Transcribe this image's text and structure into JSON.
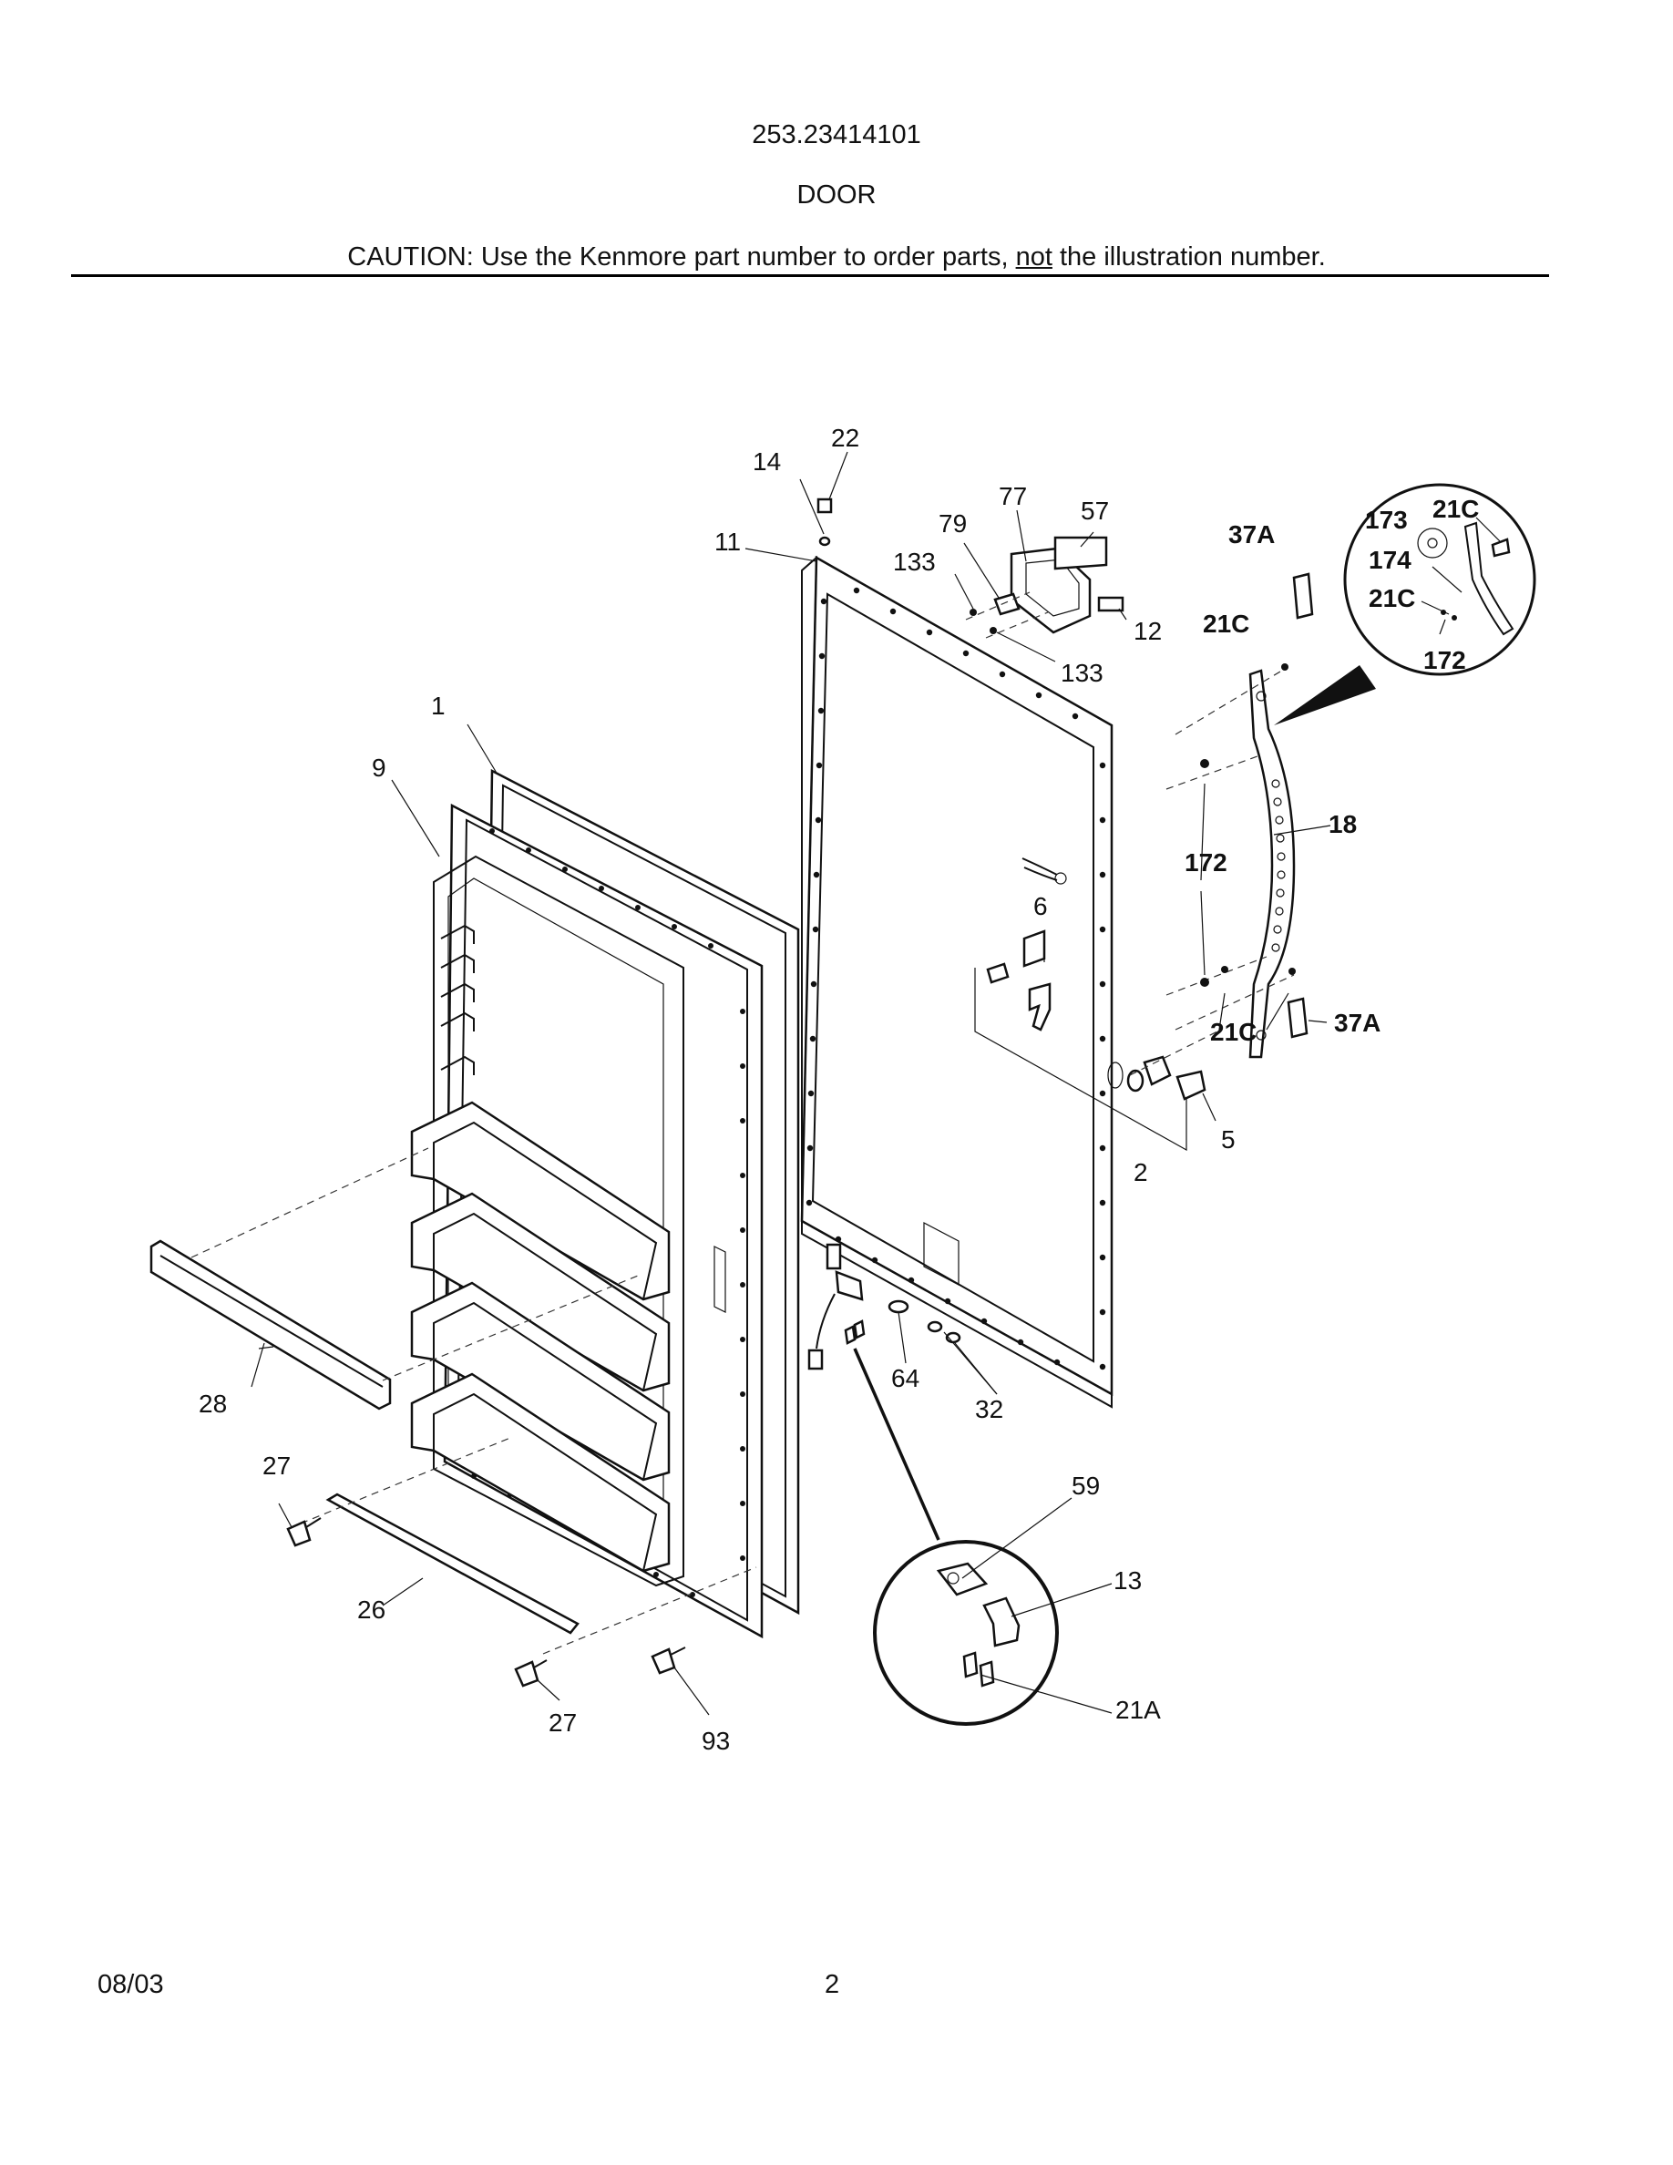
{
  "header": {
    "model_number": "253.23414101",
    "section_title": "DOOR",
    "caution_prefix": "CAUTION: Use the Kenmore part number to order parts, ",
    "caution_emphasis": "not",
    "caution_suffix": " the illustration number."
  },
  "callouts": {
    "c1": "1",
    "c9": "9",
    "c11": "11",
    "c14": "14",
    "c22": "22",
    "c77": "77",
    "c57": "57",
    "c79": "79",
    "c133a": "133",
    "c133b": "133",
    "c12": "12",
    "c37a_top": "37A",
    "c21c_top": "21C",
    "c18": "18",
    "c172": "172",
    "c6": "6",
    "c21c_bot": "21C",
    "c37a_bot": "37A",
    "c5": "5",
    "c2": "2",
    "c28": "28",
    "c27a": "27",
    "c26": "26",
    "c27b": "27",
    "c93": "93",
    "c64": "64",
    "c32": "32",
    "c59": "59",
    "c13": "13",
    "c21a": "21A",
    "inset_173": "173",
    "inset_21c_a": "21C",
    "inset_174": "174",
    "inset_21c_b": "21C",
    "inset_172": "172"
  },
  "footer": {
    "date": "08/03",
    "page_number": "2"
  }
}
